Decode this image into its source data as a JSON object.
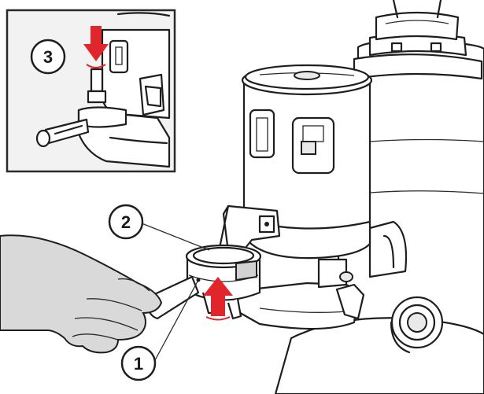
{
  "callouts": [
    {
      "id": "1",
      "label": "1"
    },
    {
      "id": "2",
      "label": "2"
    },
    {
      "id": "3",
      "label": "3"
    }
  ],
  "colors": {
    "arrow": "#e0262b",
    "background": "#ffffff",
    "inset_background": "#f2f2f2",
    "metal": "#e9e9e9"
  },
  "icons": [
    "red-down-arrow-icon",
    "red-up-arrow-icon"
  ]
}
